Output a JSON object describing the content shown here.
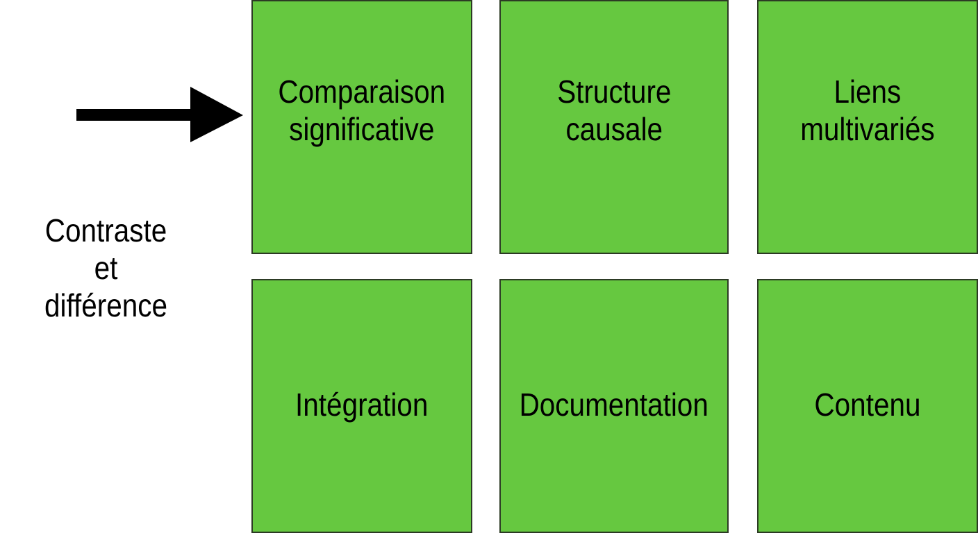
{
  "colors": {
    "box_fill": "#66c840",
    "box_border": "#2c3a24",
    "text": "#000000",
    "arrow": "#000000"
  },
  "side_label": {
    "lines": [
      "Contraste",
      "et",
      "différence"
    ]
  },
  "boxes": [
    {
      "lines": [
        "Comparaison",
        "significative"
      ]
    },
    {
      "lines": [
        "Structure",
        "causale"
      ]
    },
    {
      "lines": [
        "Liens",
        "multivariés"
      ]
    },
    {
      "lines": [
        "Intégration"
      ]
    },
    {
      "lines": [
        "Documentation"
      ]
    },
    {
      "lines": [
        "Contenu"
      ]
    }
  ]
}
